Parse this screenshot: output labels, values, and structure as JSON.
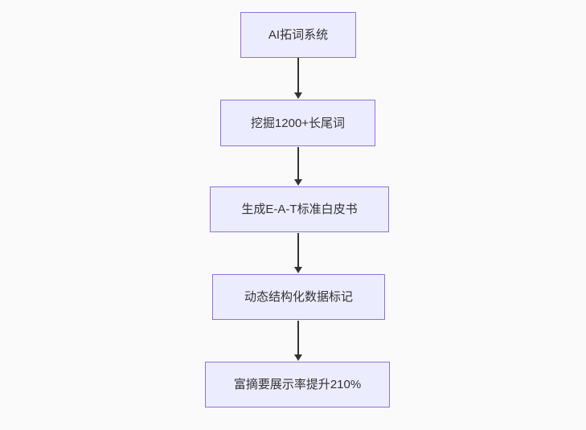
{
  "diagram": {
    "type": "flowchart",
    "direction": "top-down",
    "nodes": [
      {
        "label": "AI拓词系统"
      },
      {
        "label": "挖掘1200+长尾词"
      },
      {
        "label": "生成E-A-T标准白皮书"
      },
      {
        "label": "动态结构化数据标记"
      },
      {
        "label": "富摘要展示率提升210%"
      }
    ],
    "edges": [
      {
        "from": 0,
        "to": 1
      },
      {
        "from": 1,
        "to": 2
      },
      {
        "from": 2,
        "to": 3
      },
      {
        "from": 3,
        "to": 4
      }
    ]
  },
  "colors": {
    "background": "#fafafa",
    "node_fill": "#ececff",
    "node_border": "#9370db",
    "node_text": "#333333",
    "arrow": "#333333"
  }
}
